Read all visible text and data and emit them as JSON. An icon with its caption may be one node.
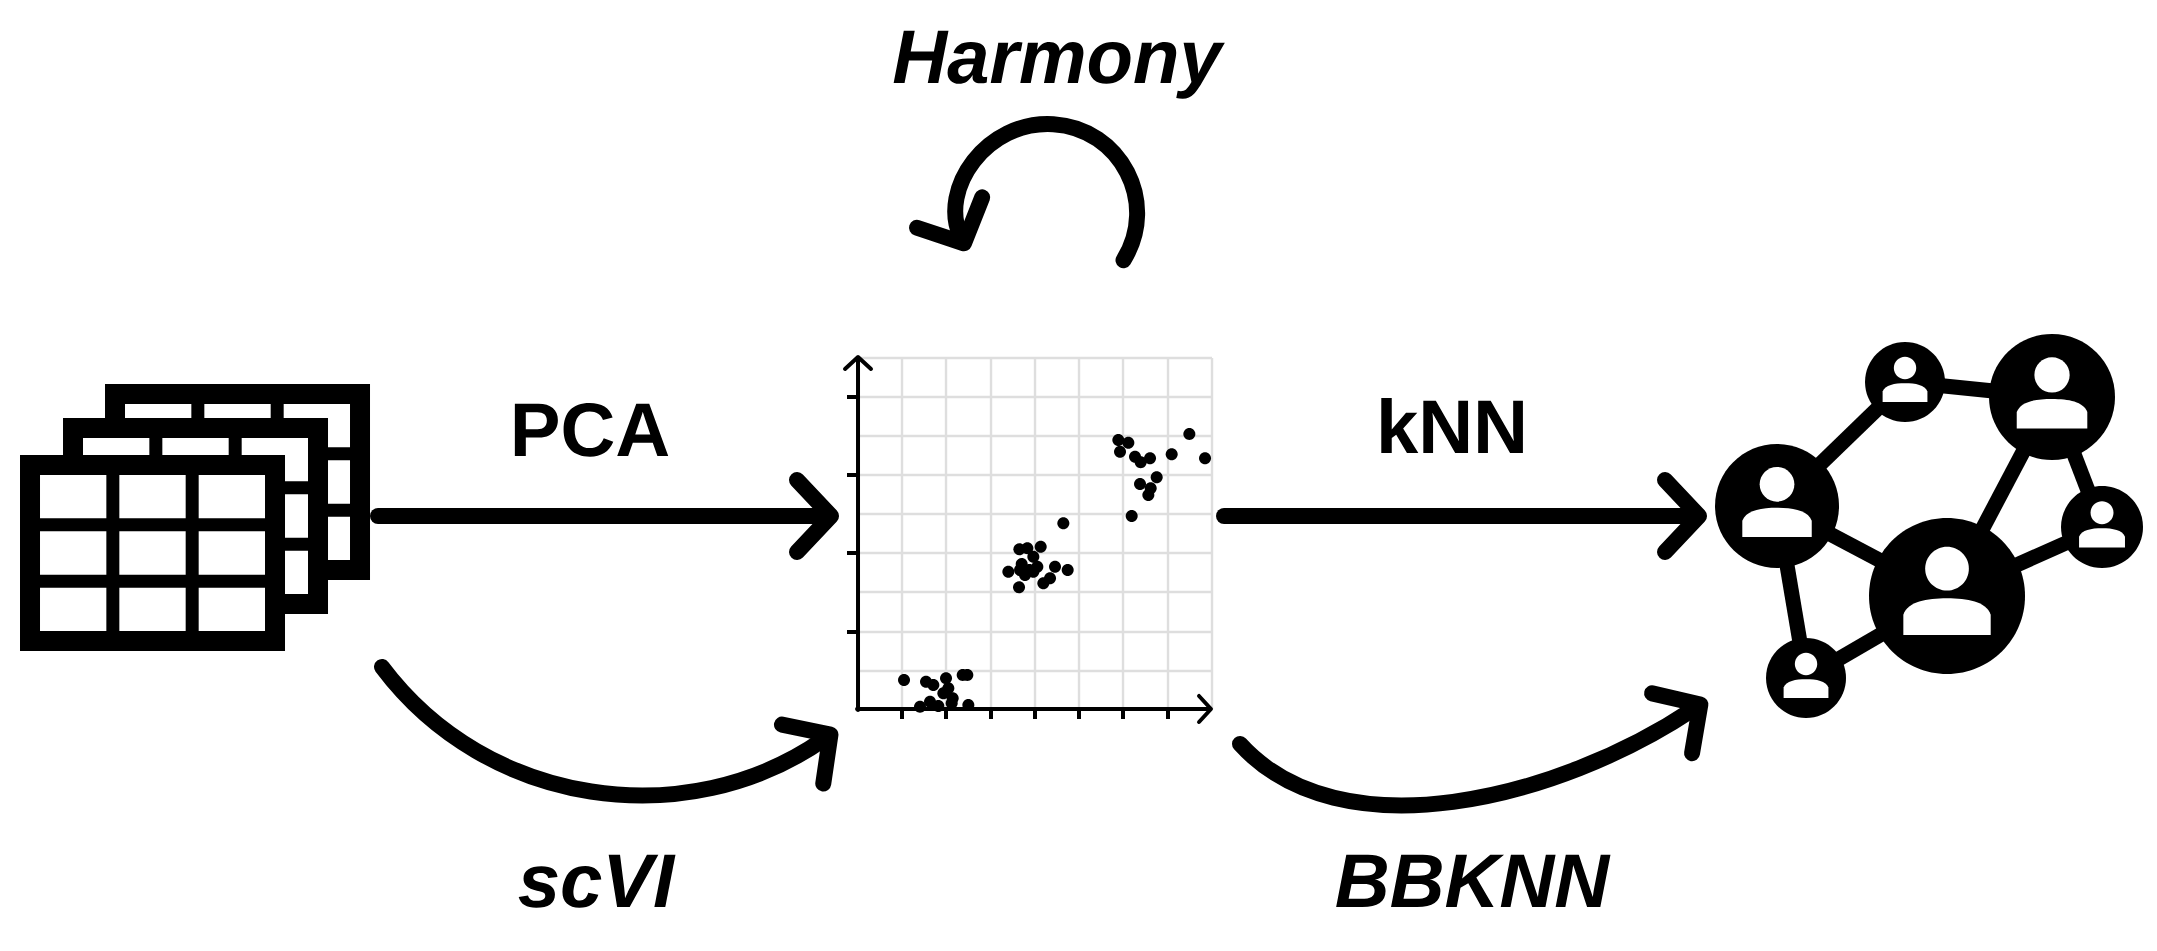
{
  "diagram": {
    "nodes": [
      {
        "text": [],
        "shape": "picture"
      },
      {
        "text": [],
        "shape": "picture"
      },
      {
        "text": [],
        "shape": "picture"
      }
    ],
    "edges": [
      {
        "from": 0,
        "to": 1,
        "arrow": "to",
        "label": "PCA"
      },
      {
        "from": 0,
        "to": 1,
        "arrow": "to",
        "label": "scVI"
      },
      {
        "from": 1,
        "to": 1,
        "arrow": "to",
        "label": "Harmony"
      },
      {
        "from": 1,
        "to": 2,
        "arrow": "to",
        "label": "kNN"
      },
      {
        "from": 1,
        "to": 2,
        "arrow": "to",
        "label": "BBKNN"
      }
    ]
  }
}
